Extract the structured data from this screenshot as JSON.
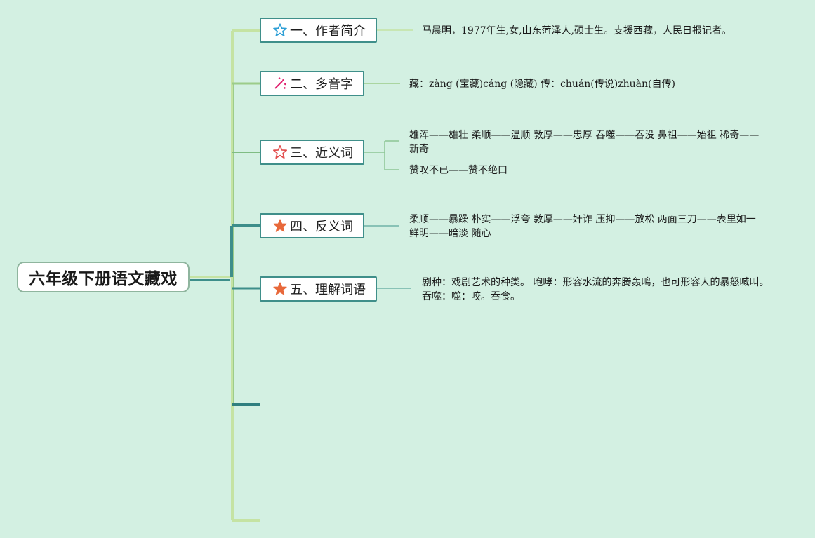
{
  "root": {
    "title": "六年级下册语文藏戏"
  },
  "topics": [
    {
      "label": "一、作者简介",
      "icon": "outline-blue-star-icon",
      "notes": [
        "马晨明，1977年生,女,山东菏泽人,硕士生。支援西藏，人民日报记者。"
      ]
    },
    {
      "label": "二、多音字",
      "icon": "sparkle-icon",
      "notes": [
        "藏：zàng (宝藏)cáng (隐藏) 传：chuán(传说)zhuàn(自传)"
      ]
    },
    {
      "label": "三、近义词",
      "icon": "outline-red-star-icon",
      "notes": [
        "雄浑——雄壮 柔顺——温顺 敦厚——忠厚 吞噬——吞没 鼻祖——始祖 稀奇——",
        "新奇",
        "赞叹不已——赞不绝口"
      ]
    },
    {
      "label": "四、反义词",
      "icon": "filled-orange-star-icon",
      "notes": [
        "柔顺——暴躁 朴实——浮夸 敦厚——奸诈 压抑——放松 两面三刀——表里如一",
        "鲜明——暗淡 随心"
      ]
    },
    {
      "label": "五、理解词语",
      "icon": "filled-orange-star-icon",
      "notes": [
        "剧种：戏剧艺术的种类。 咆哮：形容水流的奔腾轰鸣，也可形容人的暴怒喊叫。",
        "吞噬：噬：咬。吞食。"
      ]
    }
  ],
  "colors": {
    "background": "#d3f0e2",
    "branch_light": "#c5e3a3",
    "branch_green": "#9ccc8a",
    "branch_teal": "#3d8e8a",
    "node_border": "#3f8f8a"
  }
}
